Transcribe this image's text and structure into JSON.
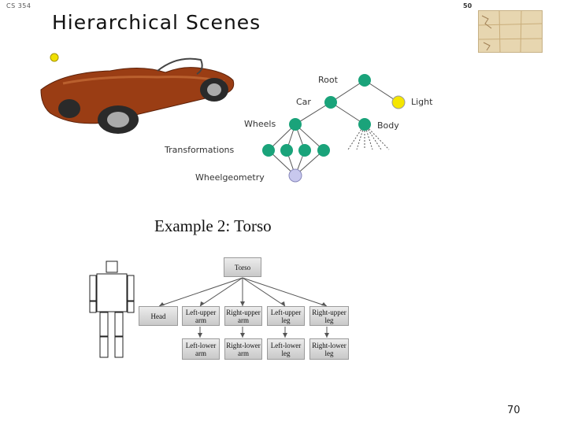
{
  "header": {
    "course": "CS 354",
    "slide_number": "50"
  },
  "title": "Hierarchical Scenes",
  "scene_graph": {
    "root": "Root",
    "car": "Car",
    "light": "Light",
    "wheels": "Wheels",
    "body": "Body",
    "transformations": "Transformations",
    "wheel_geometry": "Wheelgeometry"
  },
  "example2": {
    "title": "Example 2: Torso",
    "torso": "Torso",
    "head": "Head",
    "upper": [
      "Left-upper arm",
      "Right-upper arm",
      "Left-upper leg",
      "Right-upper leg"
    ],
    "lower": [
      "Left-lower arm",
      "Right-lower arm",
      "Left-lower leg",
      "Right-lower leg"
    ]
  },
  "colors": {
    "node_green": "#1aa37a",
    "light_yellow": "#f5e600",
    "geometry_lavender": "#c8c8ee",
    "car_body": "#9a3d14"
  },
  "footer": {
    "page_number": "70"
  }
}
